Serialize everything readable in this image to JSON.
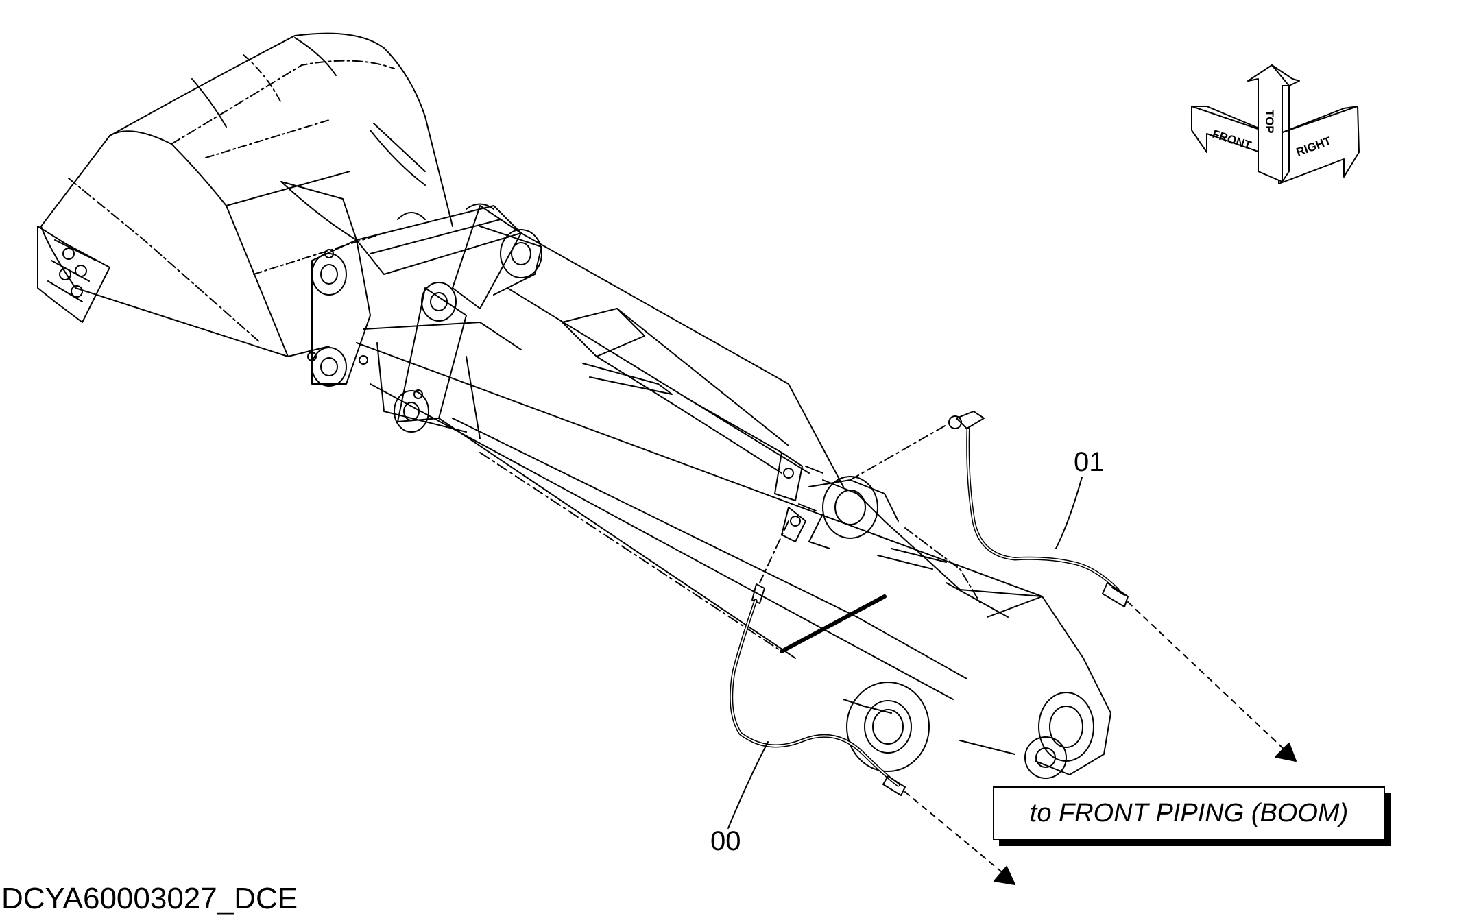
{
  "diagram": {
    "callouts": {
      "part_00": "00",
      "part_01": "01"
    },
    "destination_label": "to FRONT PIPING (BOOM)",
    "document_code": "DCYA60003027_DCE",
    "orientation": {
      "front": "FRONT",
      "top": "TOP",
      "right": "RIGHT"
    }
  }
}
